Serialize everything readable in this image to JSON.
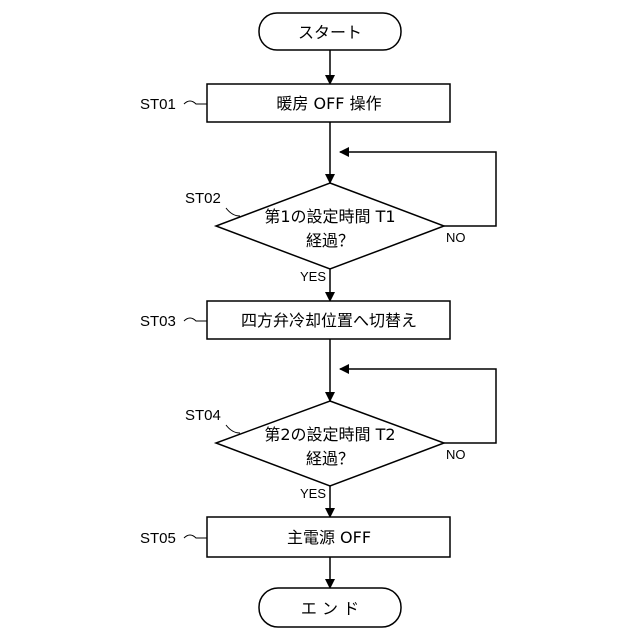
{
  "flowchart": {
    "start": {
      "label": "スタート"
    },
    "steps": [
      {
        "id": "ST01",
        "label": "暖房 OFF 操作"
      },
      {
        "id": "ST02",
        "line1": "第1の設定時間 T1",
        "line2": "経過？",
        "yes": "YES",
        "no": "NO"
      },
      {
        "id": "ST03",
        "label": "四方弁冷却位置へ切替え"
      },
      {
        "id": "ST04",
        "line1": "第2の設定時間 T2",
        "line2": "経過？",
        "yes": "YES",
        "no": "NO"
      },
      {
        "id": "ST05",
        "label": "主電源 OFF"
      }
    ],
    "end": {
      "label": "エ ン ド"
    }
  }
}
